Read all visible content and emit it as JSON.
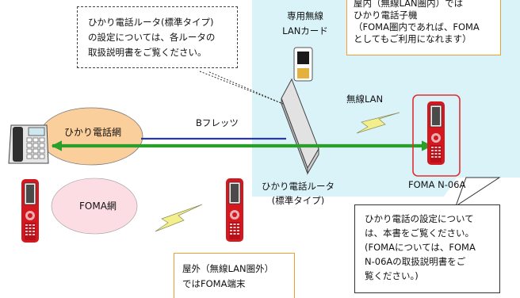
{
  "callout_router": {
    "lines": [
      "ひかり電話ルータ(標準タイプ)",
      "の設定については、各ルータの",
      "取扱説明書をご覧ください。"
    ]
  },
  "callout_indoor": {
    "lines": [
      "屋内（無線LAN圏内）では",
      "ひかり電話子機",
      "（FOMA圏内であれば、FOMA",
      "としてもご利用になれます）"
    ]
  },
  "callout_settings": {
    "lines": [
      "ひかり電話の設定について",
      "は、本書をご覧ください。",
      "(FOMAについては、FOMA",
      "N-06Aの取扱説明書をご",
      "覧ください。)"
    ]
  },
  "callout_outdoor": {
    "lines": [
      "屋外（無線LAN圏外）",
      "ではFOMA端末"
    ]
  },
  "labels": {
    "lan_card": [
      "専用無線",
      "LANカード"
    ],
    "wireless_lan": "無線LAN",
    "hikari_network": "ひかり電話網",
    "foma_network": "FOMA網",
    "b_flets": "Bフレッツ",
    "router": [
      "ひかり電話ルータ",
      "(標準タイプ)"
    ],
    "foma_model": "FOMA N-06A"
  },
  "colors": {
    "coverage_area": "#d9f3f9",
    "hikari_ellipse": "#fbcf9c",
    "foma_ellipse": "#fbdde3",
    "arrow": "#2aa02a",
    "b_flets_line": "#2b3a9c",
    "highlight": "#e03030",
    "phone_body": "#d41820",
    "lightning": "#f3ef8c"
  },
  "icons": [
    "desk-phone-icon",
    "router-icon",
    "lan-card-icon",
    "mobile-phone-icon",
    "lightning-icon"
  ]
}
